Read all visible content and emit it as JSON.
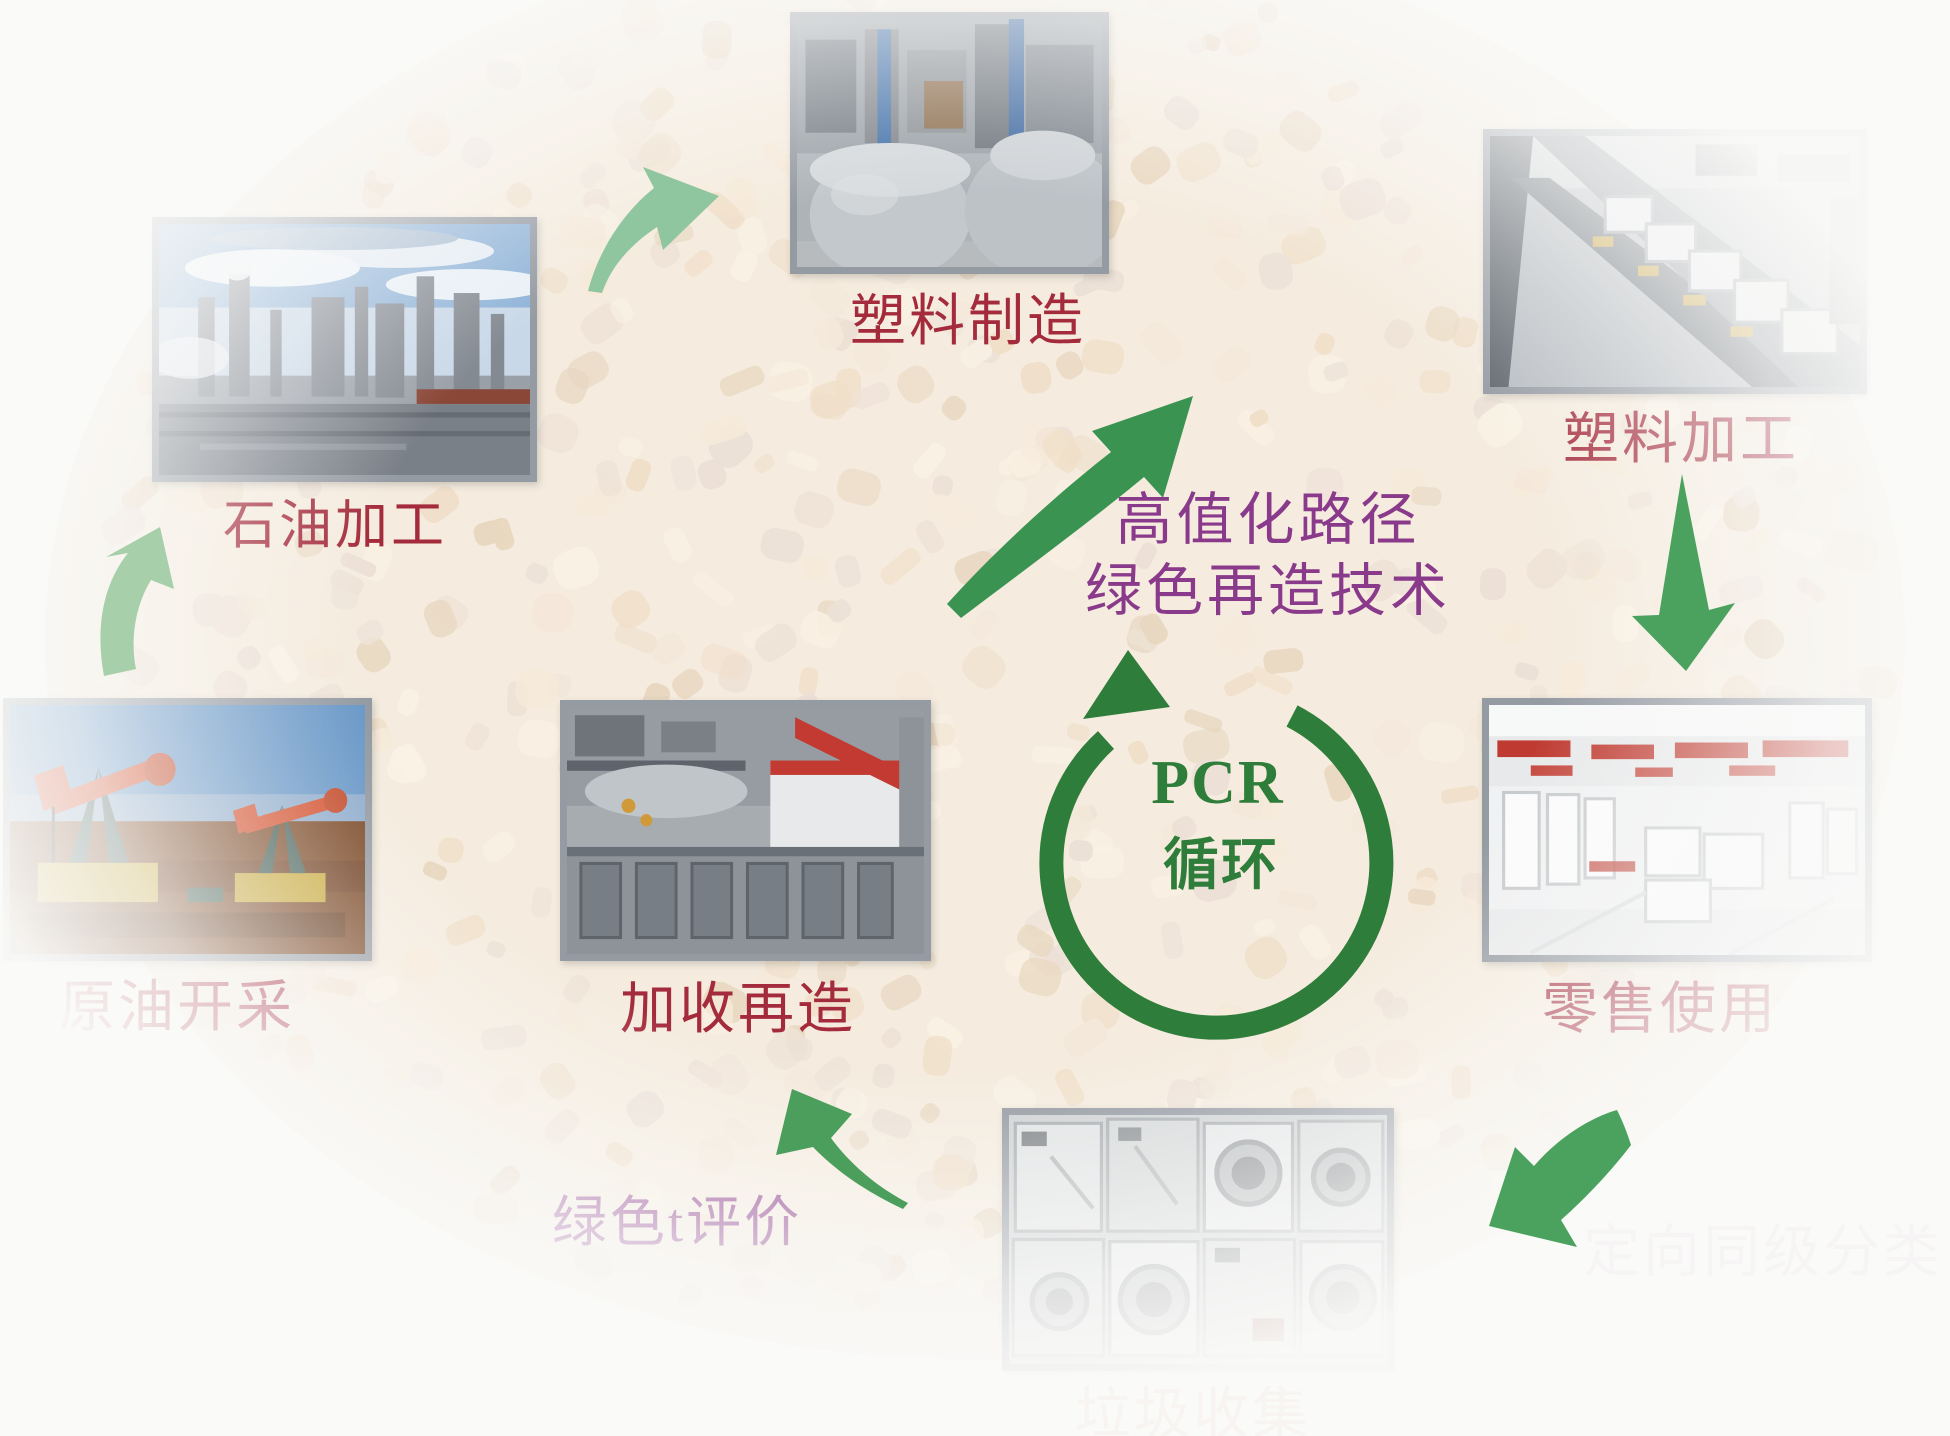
{
  "diagram": {
    "center": {
      "title_line1": "高值化路径",
      "title_line2": "绿色再造技术",
      "cycle_latin": "PCR",
      "cycle_cn": "循环"
    },
    "stages": {
      "plastic_manufacturing": {
        "label": "塑料制造",
        "subject": "factory interior with large stainless-steel mixing tanks and blue columns"
      },
      "plastic_processing": {
        "label": "塑料加工",
        "subject": "appliance assembly line receding in perspective with white units"
      },
      "oil_refining": {
        "label": "石油加工",
        "subject": "petroleum refinery towers and pipes under a blue cloudy sky"
      },
      "crude_oil_extraction": {
        "label": "原油开采",
        "subject": "orange oil pump jacks on brown ground under blue sky"
      },
      "recycling_remanufacture": {
        "label": "加收再造",
        "subject": "recycling plant machinery with red beam and row of gray hoppers"
      },
      "retail_use": {
        "label": "零售使用",
        "subject": "white appliance showroom with red banners"
      },
      "waste_collection": {
        "label": "垃圾收集",
        "subject": "stacked discarded washing machines and appliances"
      }
    },
    "side_labels": {
      "green_evaluation": "绿色t评价",
      "directed_sorting": "定向同级分类"
    },
    "colors": {
      "label_red": "#a42b3c",
      "purple": "#8a3a8a",
      "green_dark": "#2e7d3a",
      "green_arrow_dark": "#3b9351",
      "green_arrow_mid": "#4ba25e",
      "green_arrow_light": "#9ccaa4",
      "background_pellets": "#f3e6d4"
    }
  }
}
